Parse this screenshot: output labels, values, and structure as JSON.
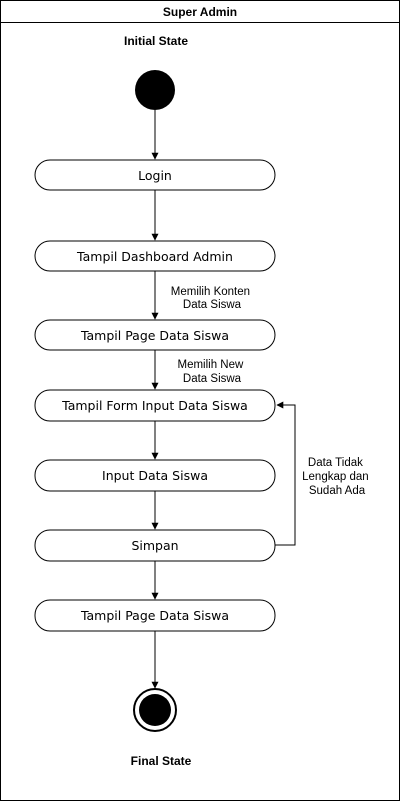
{
  "swimlane": {
    "title": "Super Admin"
  },
  "labels": {
    "initial_state": "Initial State",
    "final_state": "Final State"
  },
  "activities": {
    "login": "Login",
    "dashboard": "Tampil Dashboard Admin",
    "page_siswa_1": "Tampil Page Data Siswa",
    "form_input": "Tampil Form Input Data Siswa",
    "input_data": "Input Data Siswa",
    "simpan": "Simpan",
    "page_siswa_2": "Tampil Page Data Siswa"
  },
  "guards": {
    "pilih_konten": [
      "Memilih Konten",
      "Data Siswa"
    ],
    "pilih_new": [
      "Memilih New",
      "Data Siswa"
    ],
    "tidak_lengkap": [
      "Data Tidak",
      "Lengkap dan",
      "Sudah Ada"
    ]
  }
}
